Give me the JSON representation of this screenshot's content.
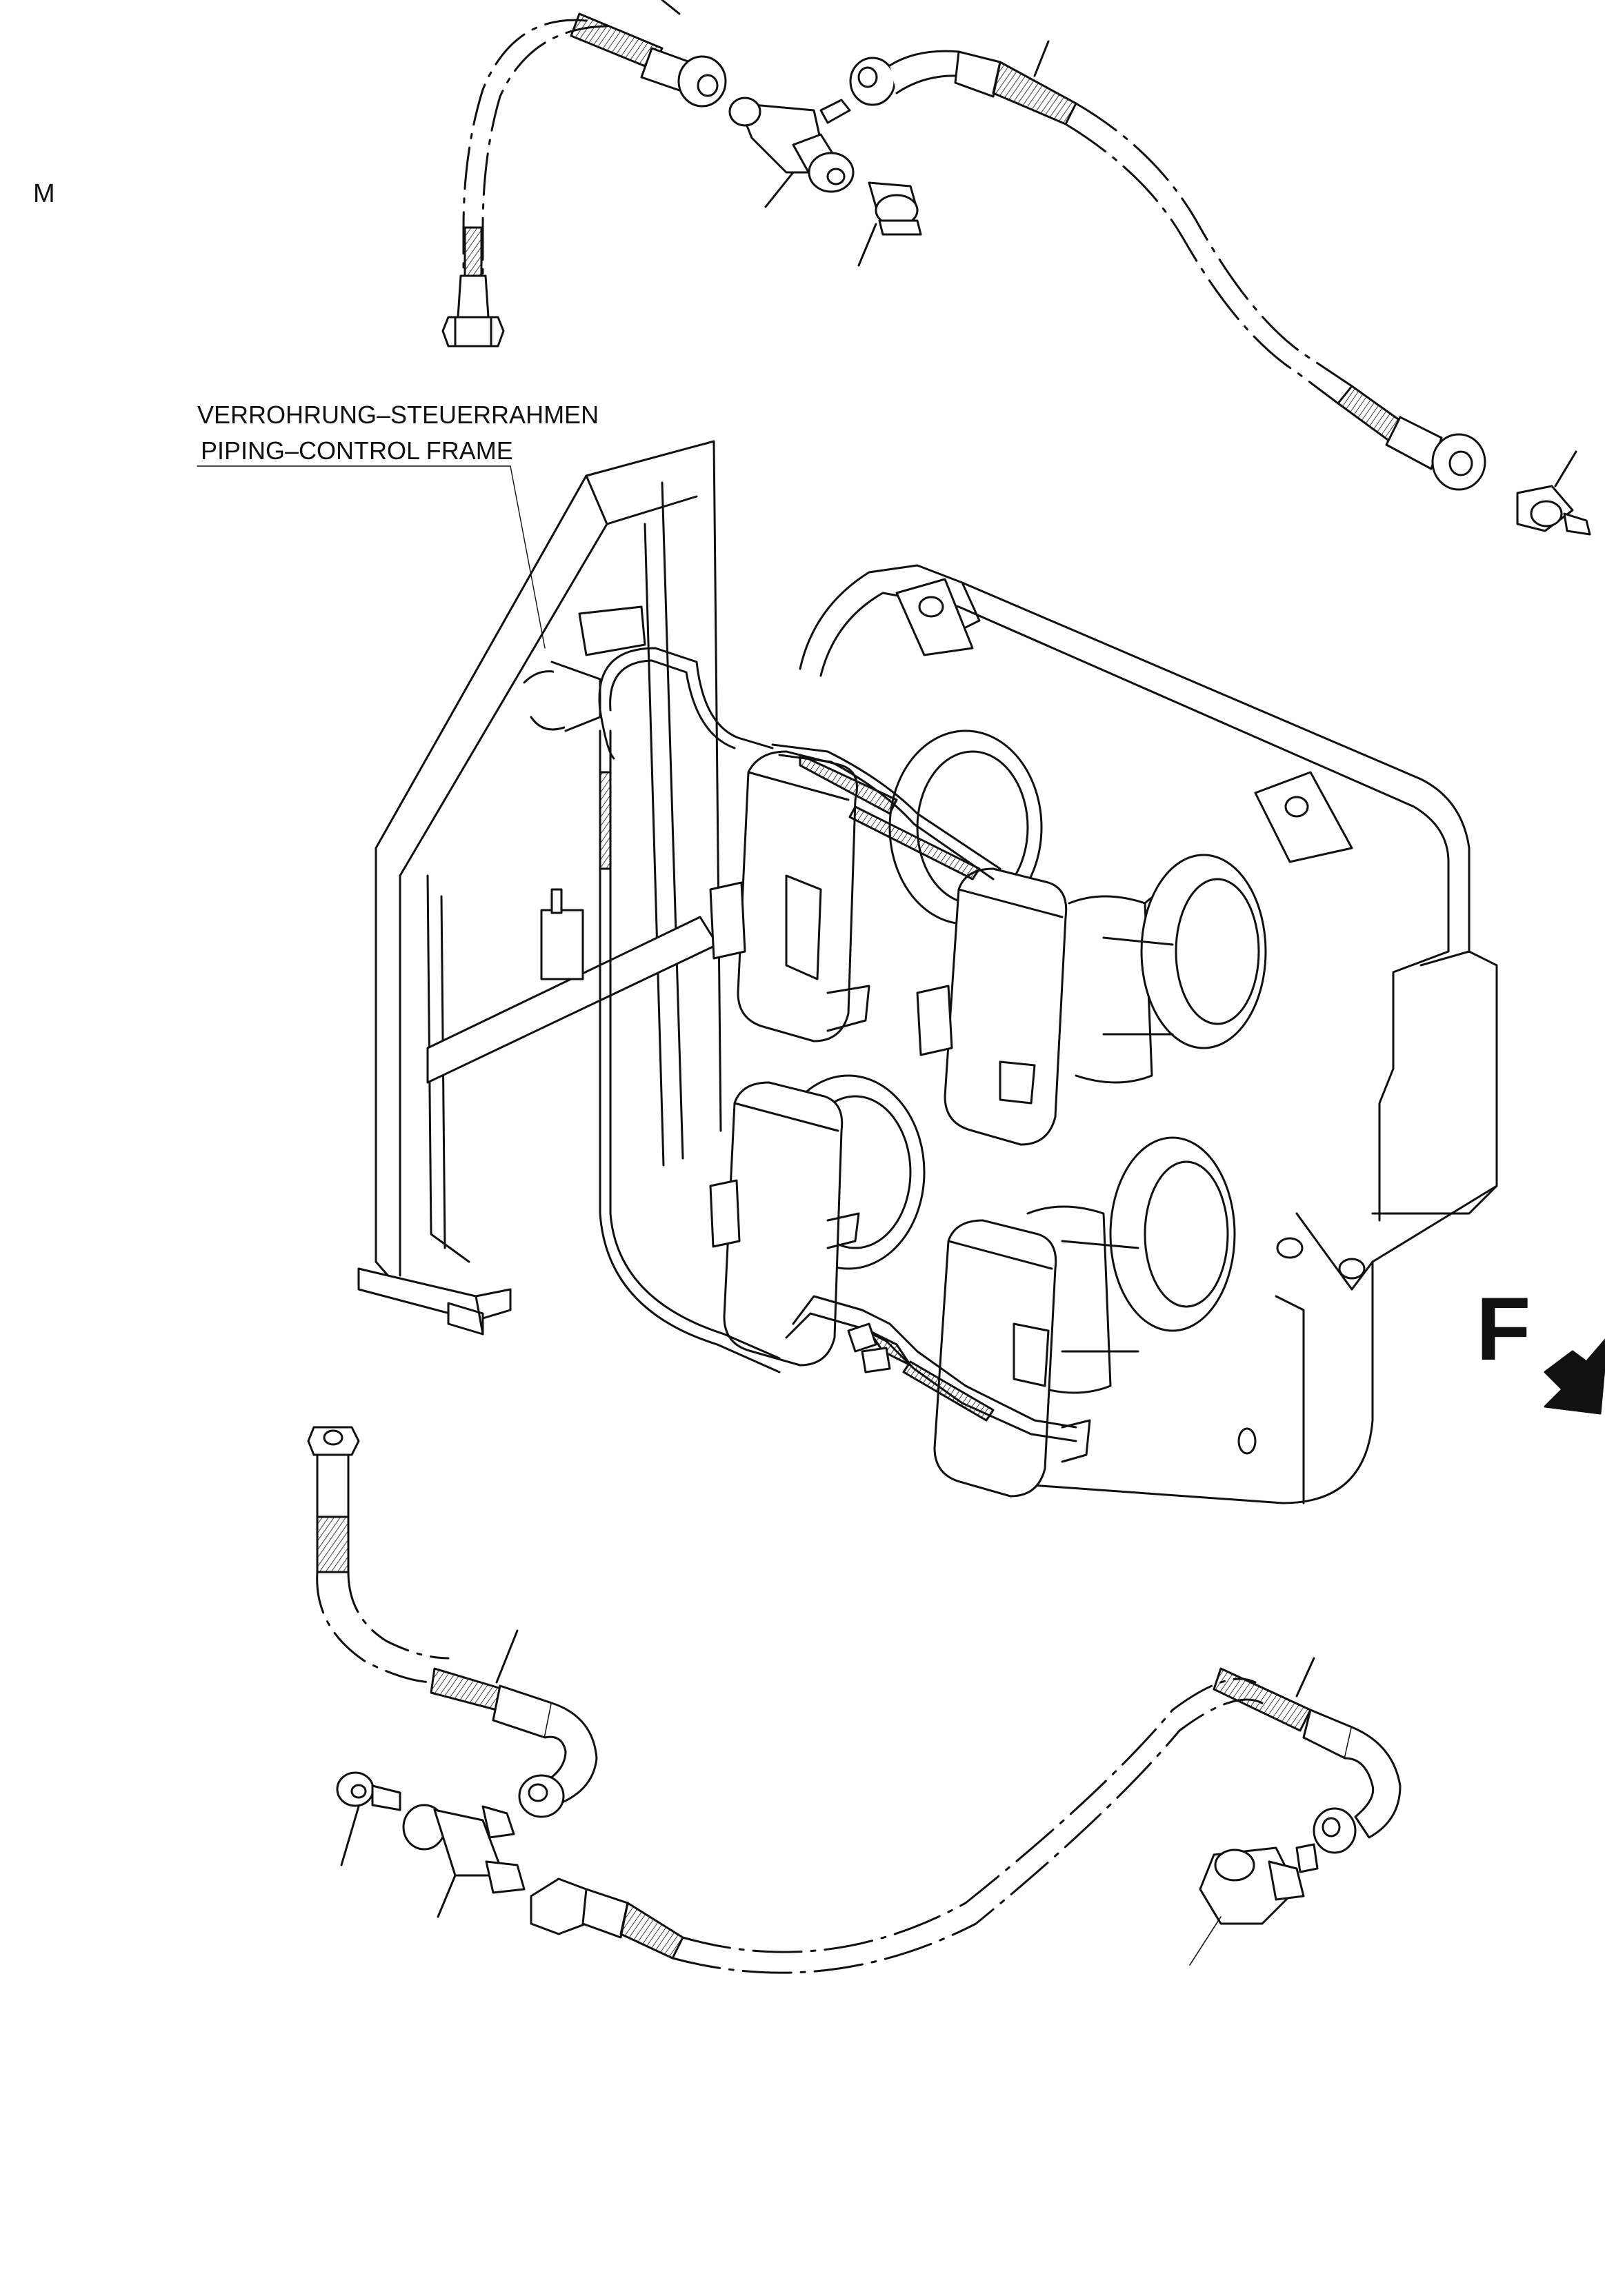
{
  "page_marker": "M",
  "callout": {
    "german": "VERROHRUNG–STEUERRAHMEN",
    "english": "PIPING–CONTROL FRAME"
  },
  "direction": {
    "letter": "F",
    "arrow_icon": "forward-arrow-icon"
  },
  "colors": {
    "line": "#111111",
    "background": "#ffffff"
  }
}
